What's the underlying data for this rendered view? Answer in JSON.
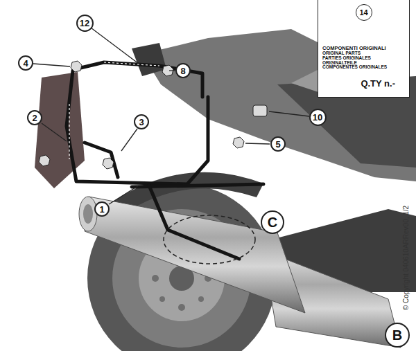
{
  "diagram": {
    "nodes": [
      {
        "text": [
          "14",
          "COMPONENTI ORIGINALI",
          "ORIGINAL PARTS",
          "PARTIES ORIGINALES",
          "ORIGINALTEILE",
          "COMPONENTES ORIGINALES",
          "Q.TY n.-"
        ]
      }
    ],
    "labels": [
      "12",
      "4",
      "8",
      "2",
      "3",
      "10",
      "5",
      "1",
      "C",
      "B",
      "© Copyright 040610ARRev00, 1/2"
    ]
  }
}
